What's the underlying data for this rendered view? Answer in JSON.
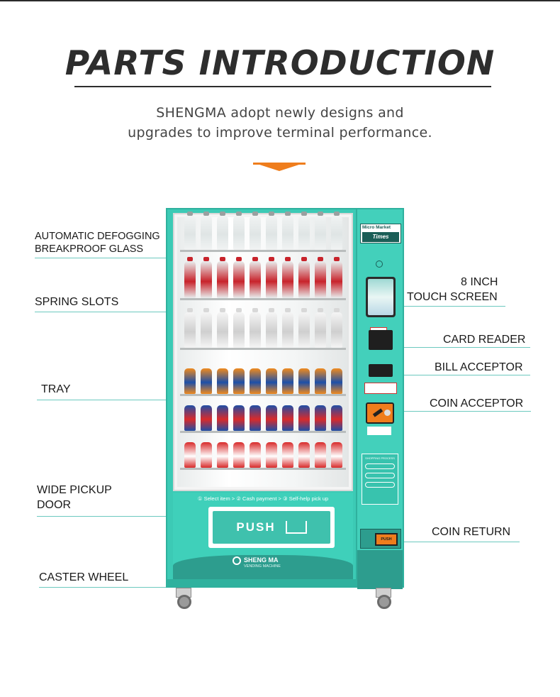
{
  "header": {
    "title": "PARTS INTRODUCTION",
    "subtitle_line1": "SHENGMA adopt newly designs and",
    "subtitle_line2": "upgrades to improve terminal performance."
  },
  "labels": {
    "glass_line1": "AUTOMATIC DEFOGGING",
    "glass_line2": "BREAKPROOF GLASS",
    "spring_slots": "SPRING SLOTS",
    "tray": "TRAY",
    "pickup_line1": "WIDE PICKUP",
    "pickup_line2": "DOOR",
    "caster_wheel": "CASTER WHEEL",
    "screen_line1": "8 INCH",
    "screen_line2": "TOUCH SCREEN",
    "card_reader": "CARD READER",
    "bill_acceptor": "BILL ACCEPTOR",
    "coin_acceptor": "COIN ACCEPTOR",
    "coin_return": "COIN RETURN"
  },
  "machine": {
    "steps": "① Select item > ② Cash payment > ③ Self-help pick up",
    "push_label": "PUSH",
    "brand_name": "SHENG MA",
    "brand_sub": "VENDING MACHINE",
    "logo_top": "Micro Market",
    "logo_bottom": "Times",
    "coin_return_button": "PUSH",
    "instructions_title": "SHOPPING PROCESS"
  },
  "colors": {
    "cabinet": "#3ccab5",
    "cabinet_dark": "#2d9d8e",
    "accent": "#ef7d1c",
    "leader_line": "#6cc9bf"
  }
}
